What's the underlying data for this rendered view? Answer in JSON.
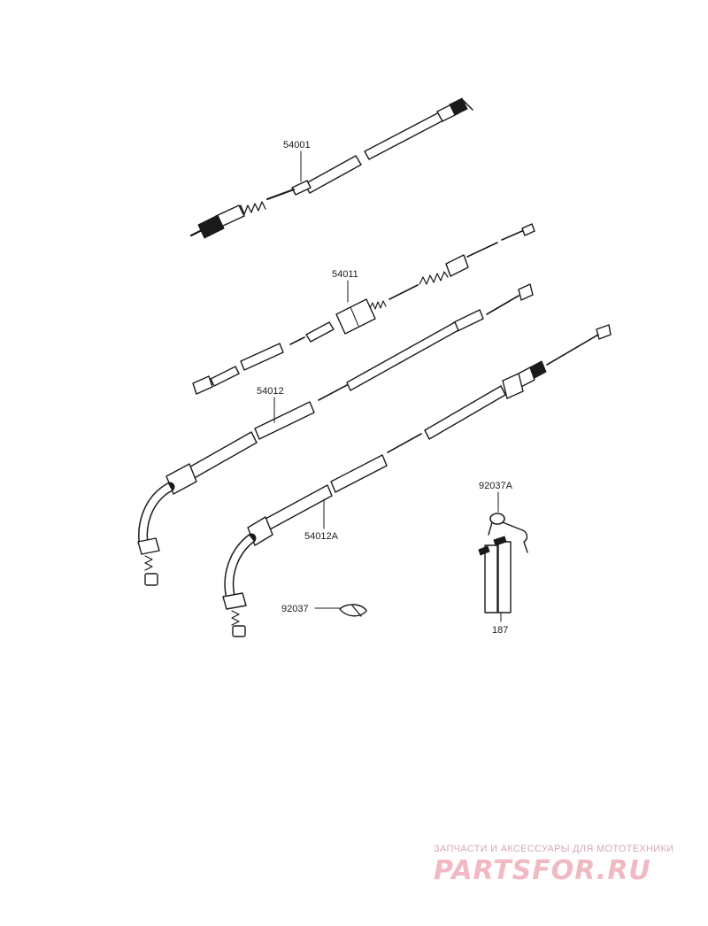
{
  "parts": [
    {
      "id": "speedometer_cable",
      "number": "54001"
    },
    {
      "id": "tachometer_cable",
      "number": "54011"
    },
    {
      "id": "throttle_cable_accelerator",
      "number": "54012"
    },
    {
      "id": "throttle_cable_decelerator",
      "number": "54012A"
    },
    {
      "id": "clamp_a",
      "number": "92037A"
    },
    {
      "id": "clamp",
      "number": "92037"
    },
    {
      "id": "boot",
      "number": "187"
    }
  ],
  "watermark": {
    "tagline": "ЗАПЧАСТИ И АКСЕССУАРЫ ДЛЯ МОТОТЕХНИКИ",
    "brand": "PARTSFOR.RU",
    "color": "#f1b9c2"
  }
}
